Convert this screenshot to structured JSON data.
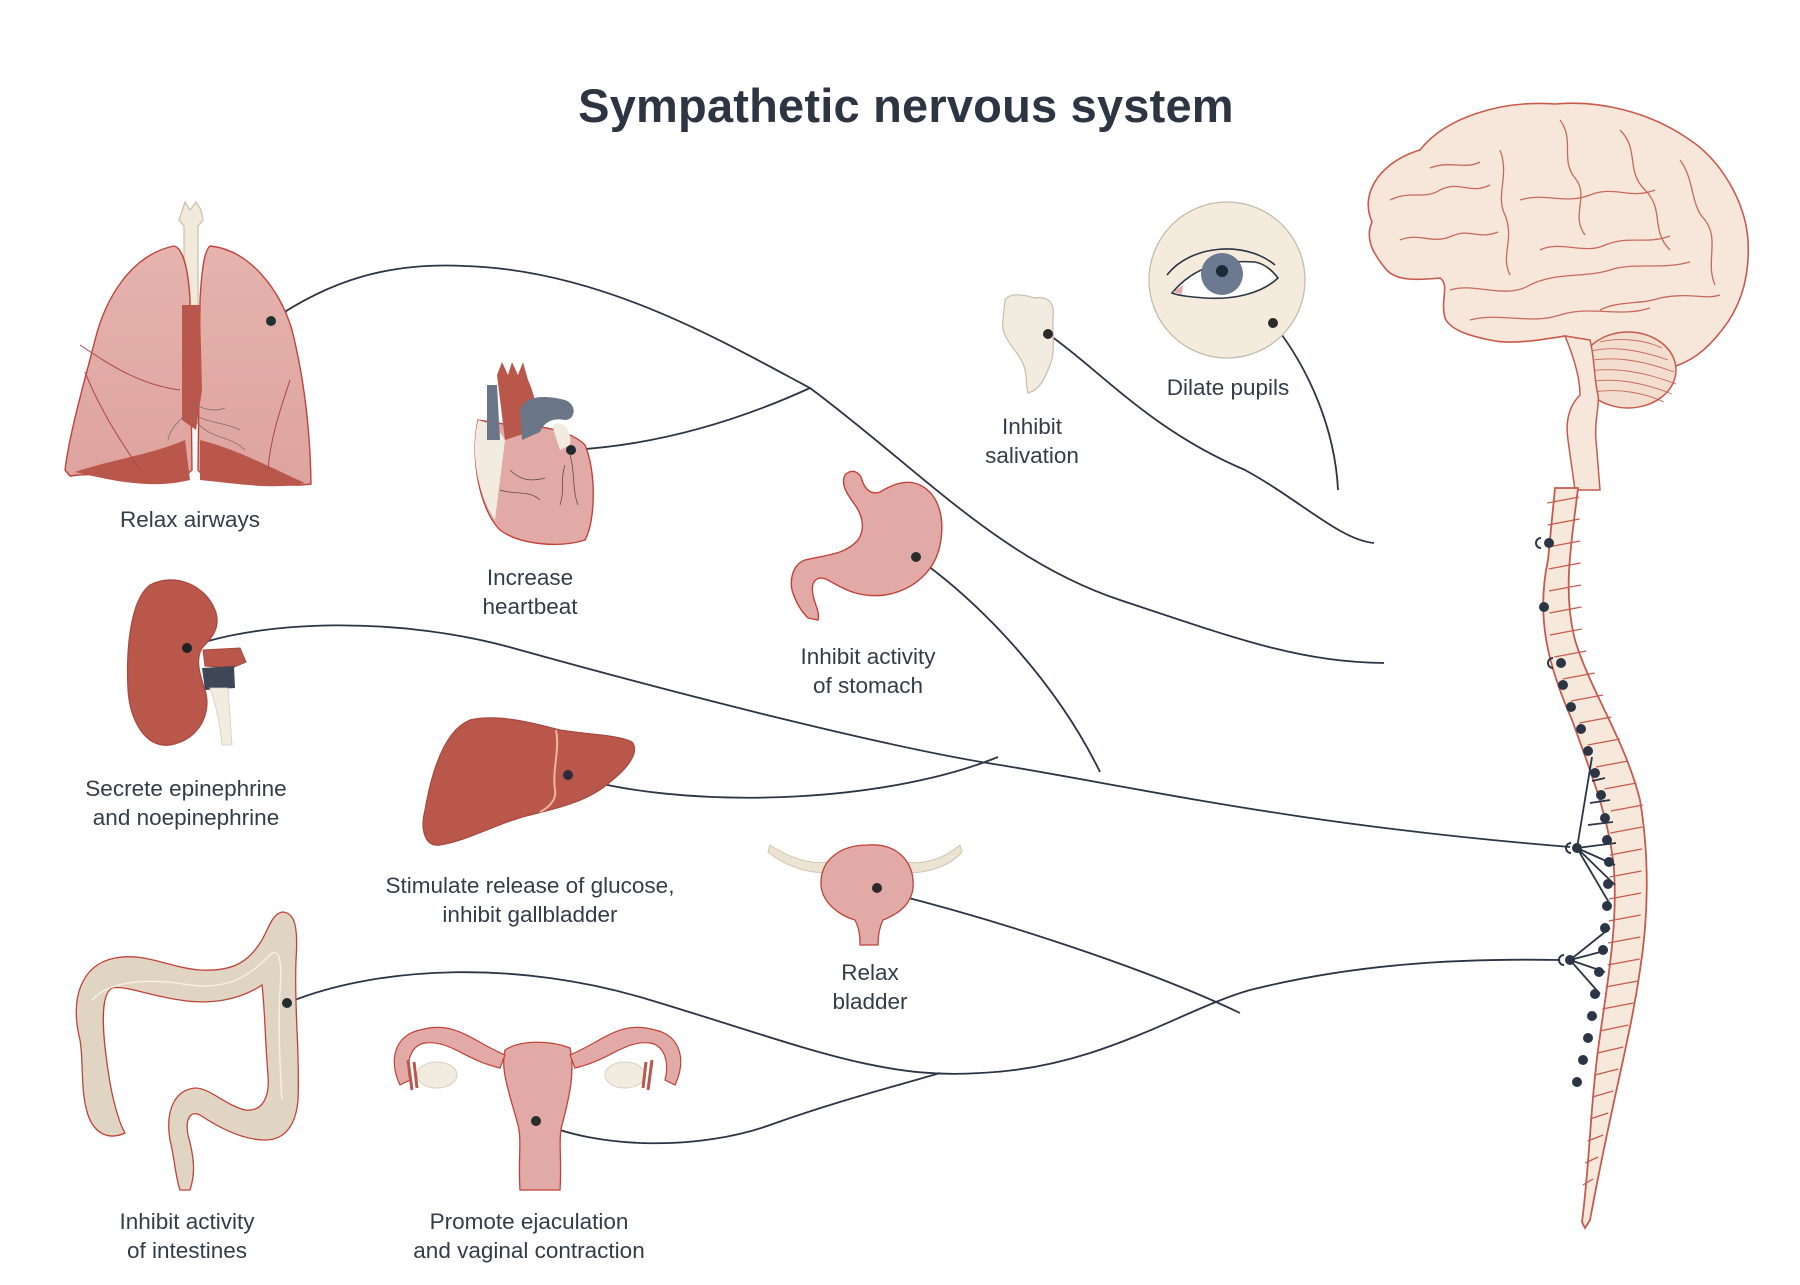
{
  "title": "Sympathetic nervous system",
  "organs": [
    {
      "id": "lungs",
      "label_lines": [
        "Relax airways"
      ]
    },
    {
      "id": "heart",
      "label_lines": [
        "Increase",
        "heartbeat"
      ]
    },
    {
      "id": "salivary-gland",
      "label_lines": [
        "Inhibit",
        "salivation"
      ]
    },
    {
      "id": "eye",
      "label_lines": [
        "Dilate pupils"
      ]
    },
    {
      "id": "stomach",
      "label_lines": [
        "Inhibit activity",
        "of stomach"
      ]
    },
    {
      "id": "adrenal-kidney",
      "label_lines": [
        "Secrete epinephrine",
        "and noepinephrine"
      ]
    },
    {
      "id": "liver",
      "label_lines": [
        "Stimulate release of glucose,",
        "inhibit gallbladder"
      ]
    },
    {
      "id": "bladder",
      "label_lines": [
        "Relax",
        "bladder"
      ]
    },
    {
      "id": "intestines",
      "label_lines": [
        "Inhibit activity",
        "of intestines"
      ]
    },
    {
      "id": "reproductive",
      "label_lines": [
        "Promote ejaculation",
        "and vaginal contraction"
      ]
    }
  ],
  "colors": {
    "nerve": "#2b3545",
    "organ_pink": "#e2a9a5",
    "organ_red": "#b9574b",
    "outline": "#c0433a",
    "cream": "#f2eadb",
    "brain": "#f6e6d9",
    "blue_grey": "#6a7686"
  }
}
